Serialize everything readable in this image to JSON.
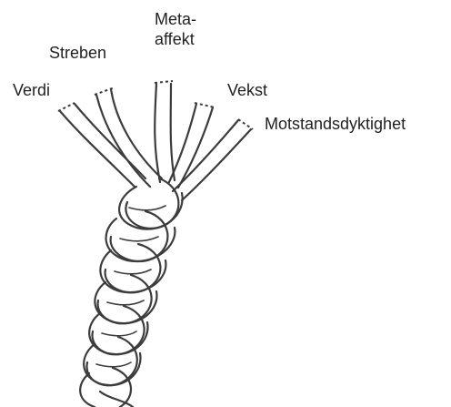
{
  "labels": {
    "meta_line1": "Meta-",
    "meta_line2": "affekt",
    "streben": "Streben",
    "verdi": "Verdi",
    "vekst": "Vekst",
    "motstand": "Motstandsdyktighet"
  },
  "colors": {
    "ink": "#3c3c3c",
    "text": "#222222",
    "background": "#ffffff"
  }
}
